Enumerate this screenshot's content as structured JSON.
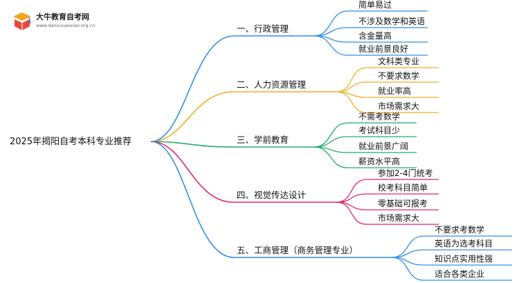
{
  "logo": {
    "icon_name": "book-logo-icon",
    "title": "大牛教育自考网",
    "url": "www.daniuxueixiao.org.cn"
  },
  "root": {
    "label": "2025年揭阳自考本科专业推荐"
  },
  "branches": [
    {
      "label": "一、行政管理",
      "color": "#2f8fe8",
      "leaves": [
        "简单易过",
        "不涉及数学和英语",
        "含金量高",
        "就业前景良好"
      ]
    },
    {
      "label": "二、人力资源管理",
      "color": "#f0ad1e",
      "leaves": [
        "文科类专业",
        "不要求数学",
        "就业率高",
        "市场需求大"
      ]
    },
    {
      "label": "三、学前教育",
      "color": "#1fae6c",
      "leaves": [
        "不需考数学",
        "考试科目少",
        "就业前景广阔",
        "薪资水平高"
      ]
    },
    {
      "label": "四、视觉传达设计",
      "color": "#e5236b",
      "leaves": [
        "参加2-4门统考",
        "校考科目简单",
        "零基础可报考",
        "市场需求大"
      ]
    },
    {
      "label": "五、工商管理（商务管理专业）",
      "color": "#2f8fe8",
      "leaves": [
        "不要求考数学",
        "英语为选考科目",
        "知识点实用性强",
        "适合各类企业"
      ]
    }
  ]
}
